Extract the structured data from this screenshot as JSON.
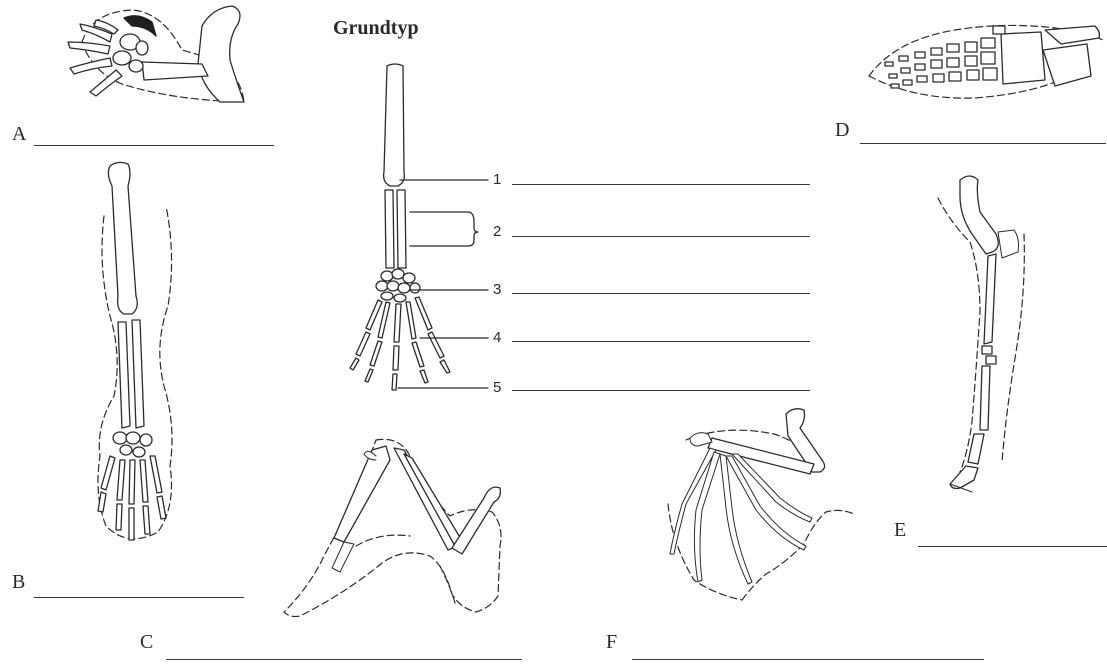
{
  "title": "Grundtyp",
  "callouts": [
    "1",
    "2",
    "3",
    "4",
    "5"
  ],
  "figures": {
    "A": "A",
    "B": "B",
    "C": "C",
    "D": "D",
    "E": "E",
    "F": "F"
  }
}
